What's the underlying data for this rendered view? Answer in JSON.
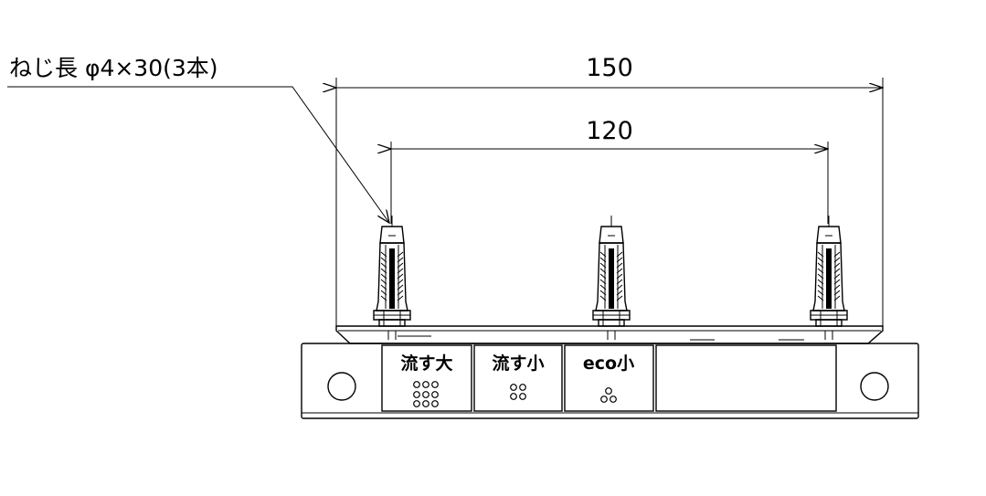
{
  "annotation": {
    "screw_note": "ねじ長 φ4×30(3本)"
  },
  "dimensions": {
    "overall_width": "150",
    "screw_pitch": "120"
  },
  "panel": {
    "buttons": [
      {
        "label": "流す大"
      },
      {
        "label": "流す小"
      },
      {
        "label": "eco小"
      }
    ]
  }
}
